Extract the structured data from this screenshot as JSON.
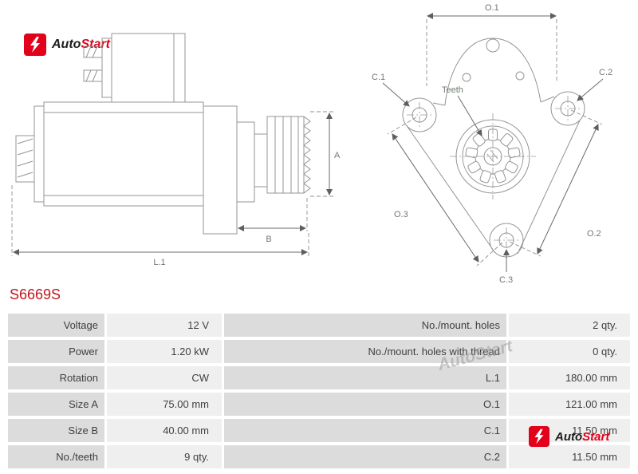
{
  "brand": {
    "auto": "Auto",
    "start": "Start",
    "accent_color": "#e2001a"
  },
  "part_number": "S6669S",
  "part_number_color": "#c3161c",
  "watermark": "AutoStart",
  "diagram_labels": {
    "a": "A",
    "b": "B",
    "l1": "L.1",
    "o1": "O.1",
    "o2": "O.2",
    "o3": "O.3",
    "c1": "C.1",
    "c2": "C.2",
    "c3": "C.3",
    "teeth": "Teeth"
  },
  "table": {
    "rows": [
      {
        "c1": "Voltage",
        "c2": "12 V",
        "c3": "No./mount. holes",
        "c4": "2 qty."
      },
      {
        "c1": "Power",
        "c2": "1.20 kW",
        "c3": "No./mount. holes with thread",
        "c4": "0 qty."
      },
      {
        "c1": "Rotation",
        "c2": "CW",
        "c3": "L.1",
        "c4": "180.00 mm"
      },
      {
        "c1": "Size A",
        "c2": "75.00 mm",
        "c3": "O.1",
        "c4": "121.00 mm"
      },
      {
        "c1": "Size B",
        "c2": "40.00 mm",
        "c3": "C.1",
        "c4": "11.50 mm"
      },
      {
        "c1": "No./teeth",
        "c2": "9 qty.",
        "c3": "C.2",
        "c4": "11.50 mm"
      }
    ]
  }
}
